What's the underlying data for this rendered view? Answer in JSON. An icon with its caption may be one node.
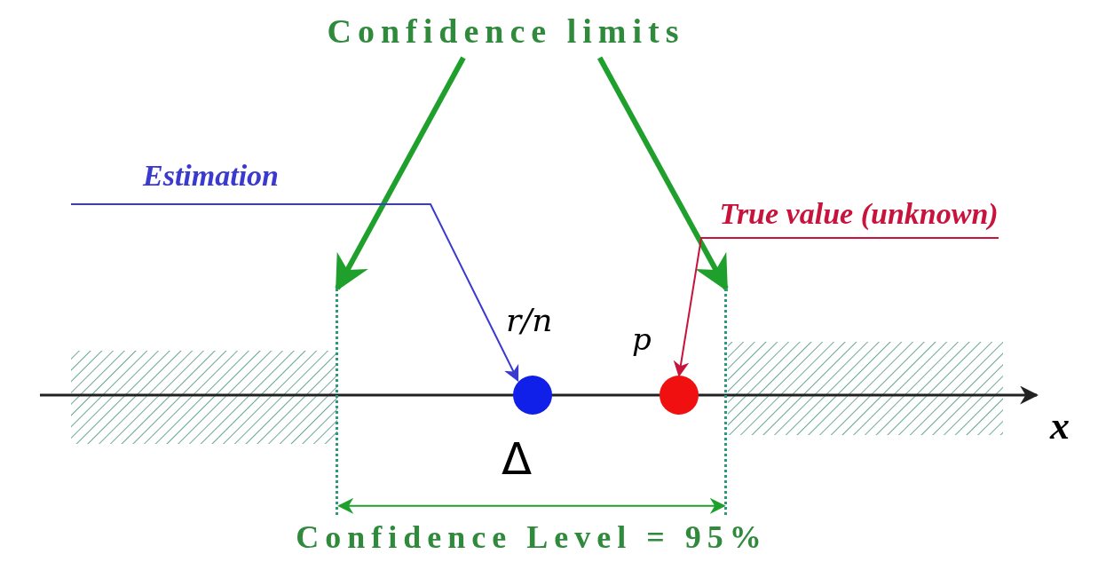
{
  "diagram": {
    "nodes": [
      {
        "text": [
          "Confidence limits"
        ]
      },
      {
        "text": [
          "Estimation"
        ]
      },
      {
        "text": [
          "True value (unknown)"
        ]
      },
      {
        "text": [],
        "shape": "bar"
      },
      {
        "text": [],
        "shape": "bar"
      },
      {
        "text": [],
        "shape": "circle",
        "beside": [
          "r/n",
          "Δ"
        ]
      },
      {
        "text": [],
        "shape": "circle",
        "beside": [
          "p"
        ]
      }
    ],
    "edges": [
      {
        "from": 0,
        "to": 3,
        "arrow": "to",
        "style": "thick"
      },
      {
        "from": 0,
        "to": 4,
        "arrow": "to",
        "style": "thick"
      },
      {
        "from": 1,
        "to": 5,
        "arrow": "to",
        "color": "#3a3ad0"
      },
      {
        "from": 2,
        "to": 6,
        "arrow": "to",
        "color": "#c8143c"
      },
      {
        "from": 3,
        "to": 4,
        "arrow": "both",
        "label": "Confidence Level = 95%"
      }
    ],
    "labels": [
      "x"
    ]
  }
}
